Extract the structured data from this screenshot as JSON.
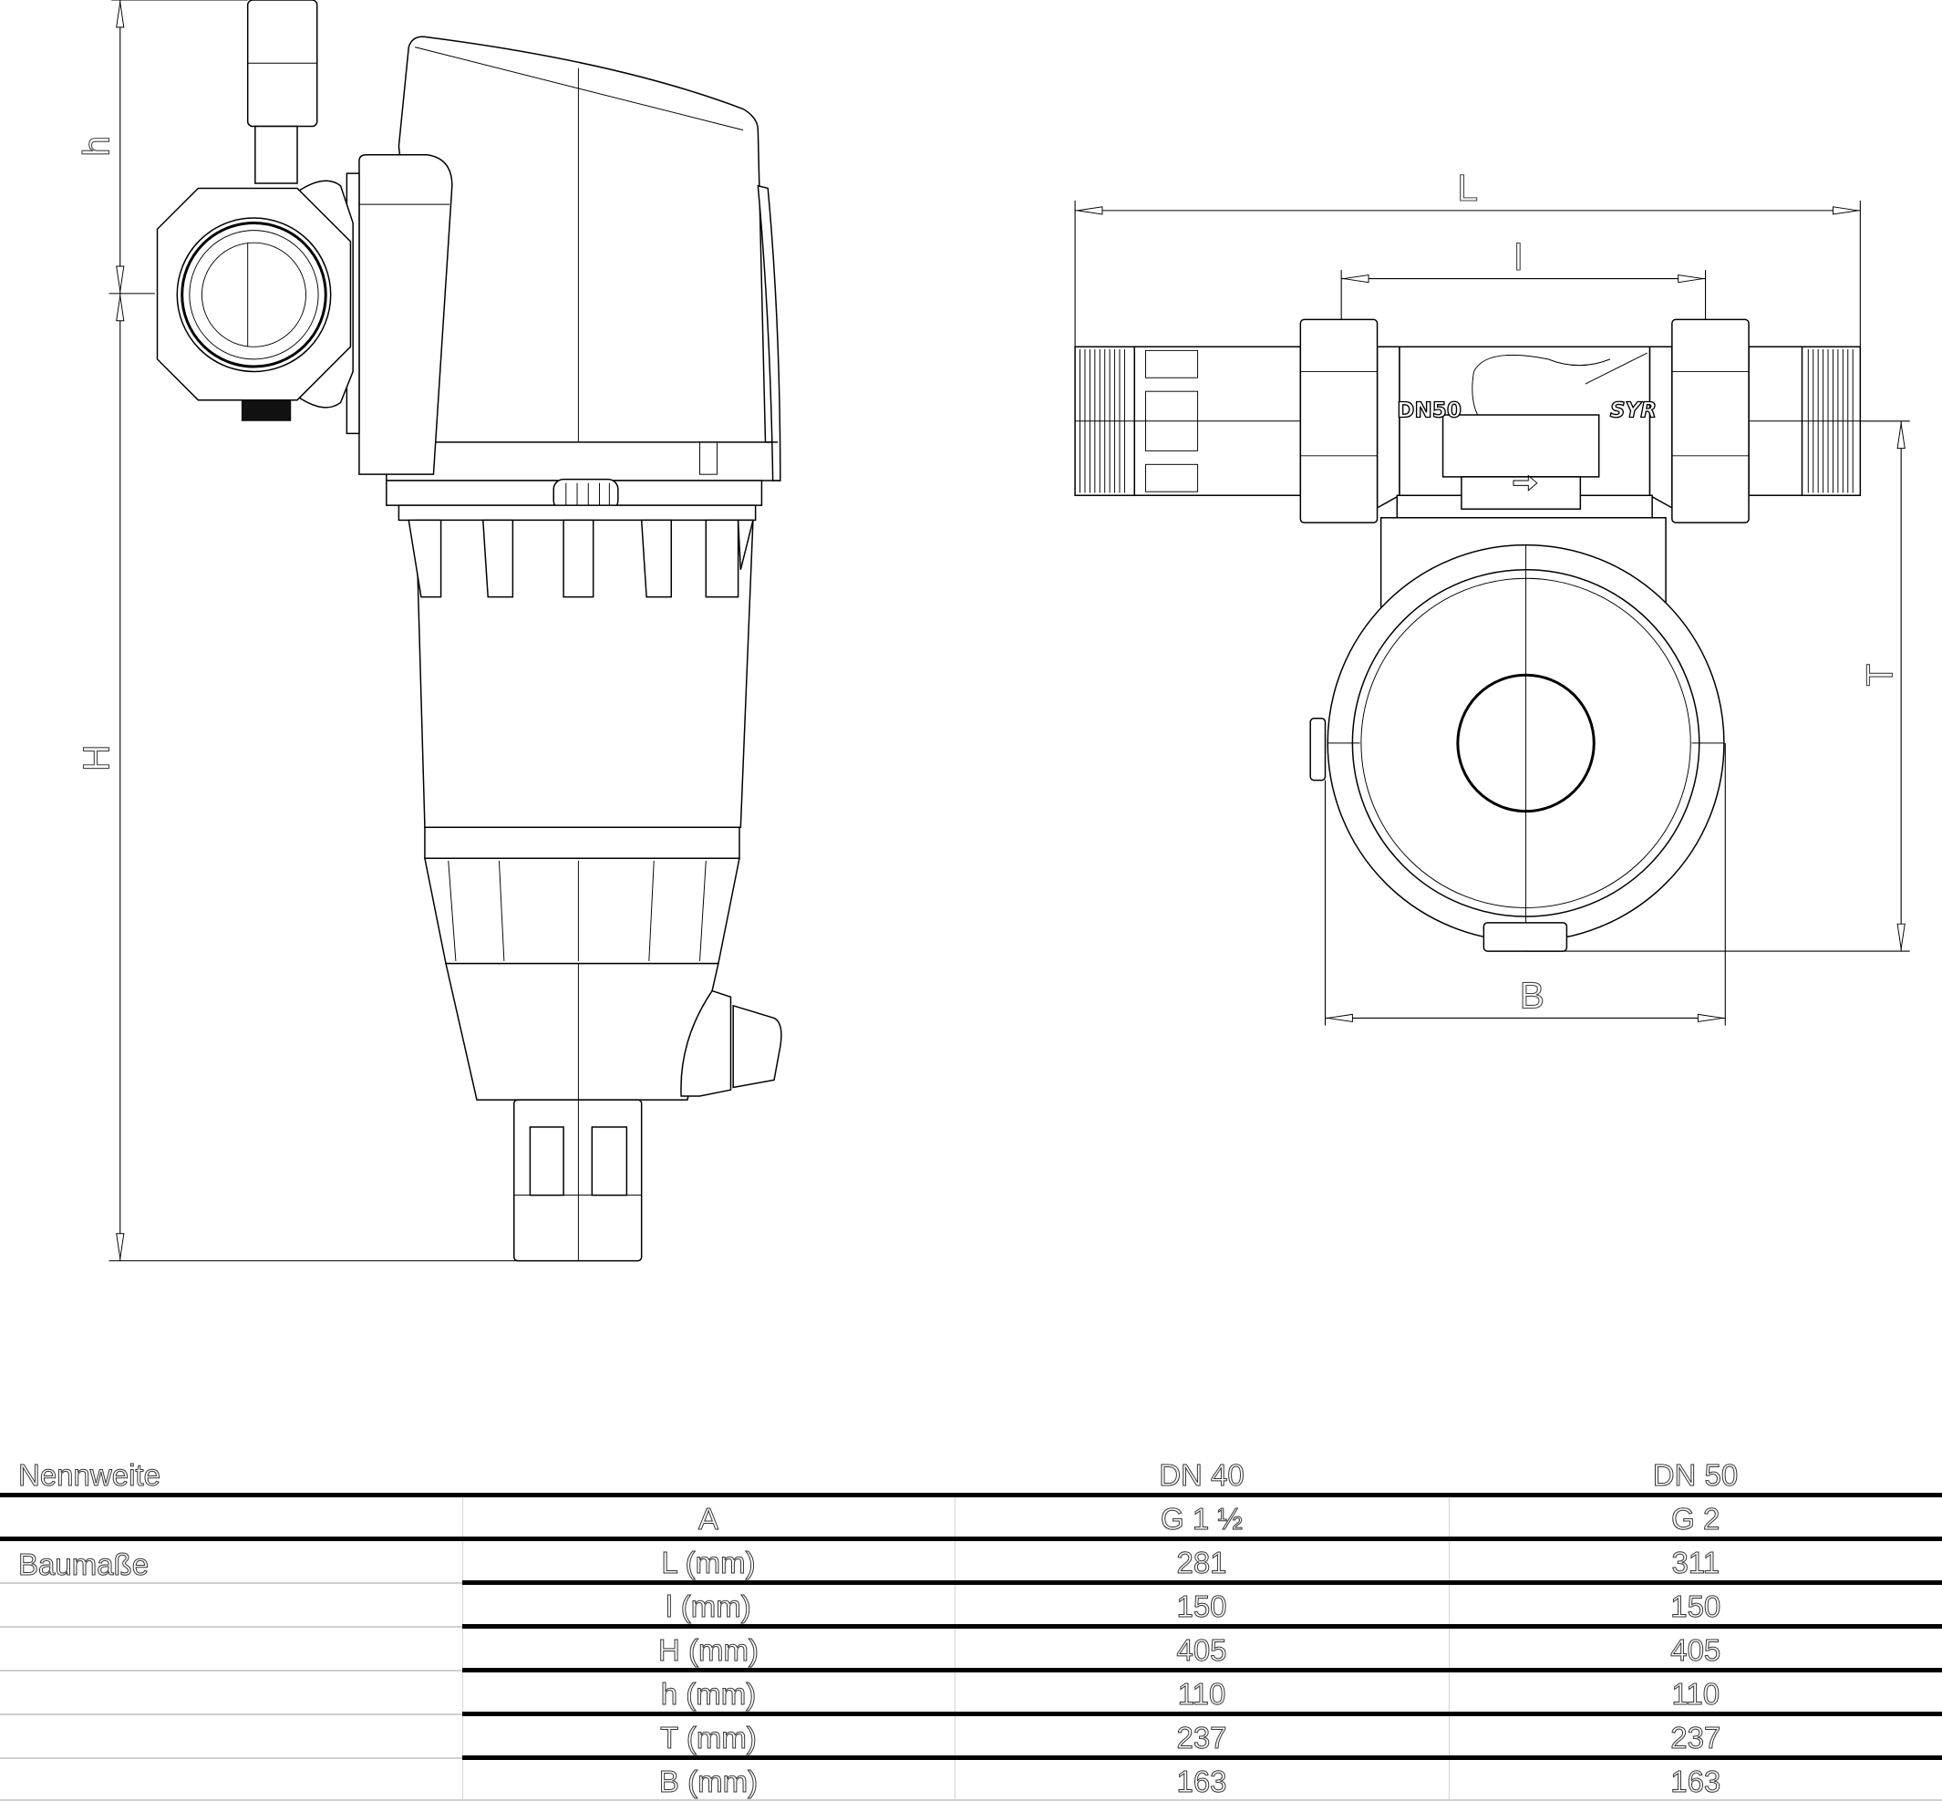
{
  "drawing": {
    "dimensions": {
      "side_view": {
        "height_total": "H",
        "height_top": "h"
      },
      "top_view": {
        "length_total": "L",
        "length_inner": "l",
        "depth": "T",
        "width": "B"
      }
    },
    "markings": {
      "nominal_size": "DN50",
      "brand": "SYR"
    }
  },
  "table": {
    "header": {
      "label": "Nennweite",
      "columns": [
        "DN 40",
        "DN 50"
      ]
    },
    "connection_row": {
      "label": "A",
      "values": [
        "G 1 ½",
        "G 2"
      ]
    },
    "section_label": "Baumaße",
    "rows": [
      {
        "label": "L (mm)",
        "values": [
          "281",
          "311"
        ]
      },
      {
        "label": "l (mm)",
        "values": [
          "150",
          "150"
        ]
      },
      {
        "label": "H (mm)",
        "values": [
          "405",
          "405"
        ]
      },
      {
        "label": "h (mm)",
        "values": [
          "110",
          "110"
        ]
      },
      {
        "label": "T (mm)",
        "values": [
          "237",
          "237"
        ]
      },
      {
        "label": "B (mm)",
        "values": [
          "163",
          "163"
        ]
      }
    ]
  }
}
